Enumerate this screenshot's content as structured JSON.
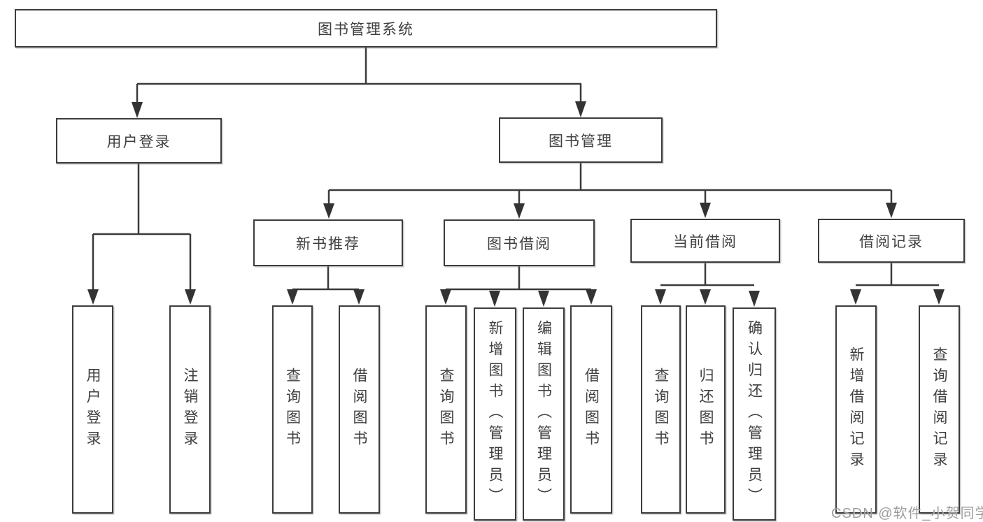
{
  "diagram": {
    "type": "hierarchy-tree",
    "nodes": {
      "root": "图书管理系统",
      "user_login_group": "用户登录",
      "book_mgmt": "图书管理",
      "new_book_rec": "新书推荐",
      "book_borrow": "图书借阅",
      "current_borrow": "当前借阅",
      "borrow_records": "借阅记录",
      "leaf_user_login": "用户登录",
      "leaf_logout": "注销登录",
      "leaf_query_book_1": "查询图书",
      "leaf_borrow_book_1": "借阅图书",
      "leaf_query_book_2": "查询图书",
      "leaf_add_book": "新增图书（管理员）",
      "leaf_edit_book": "编辑图书（管理员）",
      "leaf_borrow_book_2": "借阅图书",
      "leaf_query_book_3": "查询图书",
      "leaf_return_book": "归还图书",
      "leaf_confirm_return": "确认归还（管理员）",
      "leaf_add_record": "新增借阅记录",
      "leaf_query_record": "查询借阅记录"
    },
    "edges": [
      [
        "root",
        "user_login_group"
      ],
      [
        "root",
        "book_mgmt"
      ],
      [
        "user_login_group",
        "leaf_user_login"
      ],
      [
        "user_login_group",
        "leaf_logout"
      ],
      [
        "book_mgmt",
        "new_book_rec"
      ],
      [
        "book_mgmt",
        "book_borrow"
      ],
      [
        "book_mgmt",
        "current_borrow"
      ],
      [
        "book_mgmt",
        "borrow_records"
      ],
      [
        "new_book_rec",
        "leaf_query_book_1"
      ],
      [
        "new_book_rec",
        "leaf_borrow_book_1"
      ],
      [
        "book_borrow",
        "leaf_query_book_2"
      ],
      [
        "book_borrow",
        "leaf_add_book"
      ],
      [
        "book_borrow",
        "leaf_edit_book"
      ],
      [
        "book_borrow",
        "leaf_borrow_book_2"
      ],
      [
        "current_borrow",
        "leaf_query_book_3"
      ],
      [
        "current_borrow",
        "leaf_return_book"
      ],
      [
        "current_borrow",
        "leaf_confirm_return"
      ],
      [
        "borrow_records",
        "leaf_add_record"
      ],
      [
        "borrow_records",
        "leaf_query_record"
      ]
    ],
    "colors": {
      "line": "#3a3a3a",
      "box_border": "#3c3c3c",
      "box_fill": "#ffffff",
      "text": "#3f3f3f",
      "background": "#ffffff",
      "watermark": "#949494"
    }
  },
  "watermark": "CSDN @软件_小贺同学"
}
